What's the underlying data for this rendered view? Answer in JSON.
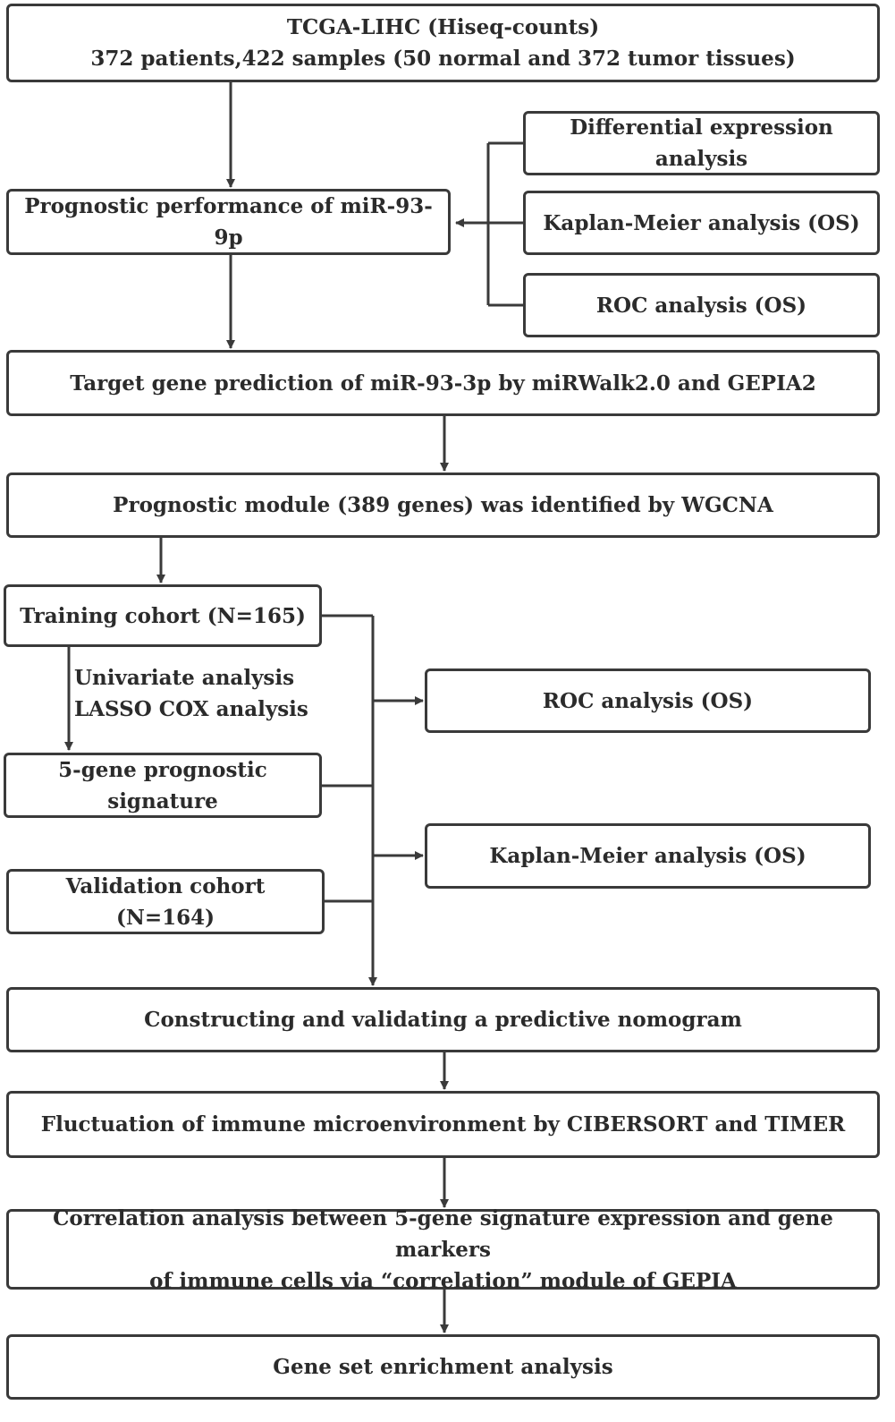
{
  "colors": {
    "line": "#3a3a3a",
    "text": "#2b2b2b",
    "background": "#ffffff"
  },
  "boxes": {
    "tcga": {
      "line1": "TCGA-LIHC (Hiseq-counts)",
      "line2": "372 patients,422 samples (50 normal and 372 tumor tissues)"
    },
    "prognostic_perf": "Prognostic performance of miR-93-9p",
    "diff_expr": {
      "line1": "Differential expression",
      "line2": "analysis"
    },
    "km_top": "Kaplan-Meier analysis (OS)",
    "roc_top": "ROC analysis (OS)",
    "target_gene": "Target gene prediction of miR-93-3p by miRWalk2.0 and GEPIA2",
    "module": "Prognostic module (389 genes) was identified by WGCNA",
    "training": "Training cohort (N=165)",
    "signature": {
      "line1": "5-gene prognostic",
      "line2": "signature"
    },
    "validation": "Validation cohort (N=164)",
    "roc_mid": "ROC analysis (OS)",
    "km_mid": "Kaplan-Meier analysis (OS)",
    "nomogram": "Constructing and validating a predictive nomogram",
    "immune": "Fluctuation of immune microenvironment by CIBERSORT and TIMER",
    "correlation": {
      "line1": "Correlation analysis between 5-gene signature expression and gene markers",
      "line2": "of immune cells via “correlation” module of GEPIA"
    },
    "gsea": "Gene set enrichment analysis"
  },
  "notes": {
    "univariate": "Univariate analysis",
    "lasso": "LASSO COX analysis"
  }
}
